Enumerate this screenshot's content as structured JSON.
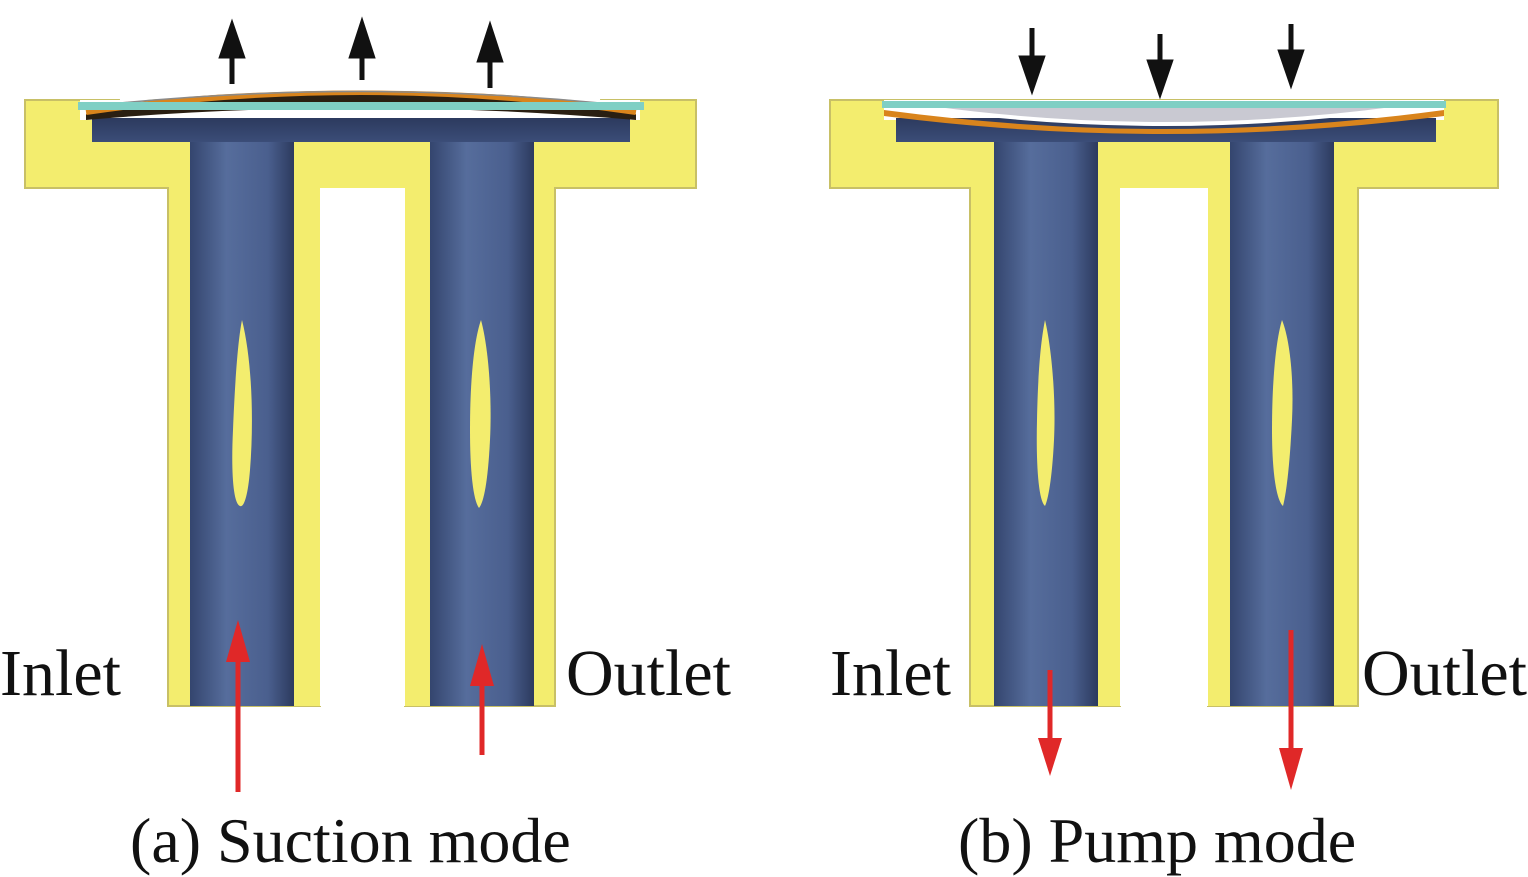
{
  "panels": [
    {
      "mode": "suction",
      "inlet_label": "Inlet",
      "outlet_label": "Outlet",
      "caption": "(a) Suction mode",
      "diaphragm_motion": "up",
      "flow_direction": "up"
    },
    {
      "mode": "pump",
      "inlet_label": "Inlet",
      "outlet_label": "Outlet",
      "caption": "(b) Pump mode",
      "diaphragm_motion": "down",
      "flow_direction": "down"
    }
  ],
  "colors": {
    "housing": "#f3ed6e",
    "housing_edge": "#c8c066",
    "channel": "#4a5f8e",
    "channel_dark": "#2c3a5e",
    "piezo": "#d9841c",
    "membrane": "#7fcfc4",
    "arrow_force": "#111111",
    "arrow_flow": "#e02828"
  }
}
